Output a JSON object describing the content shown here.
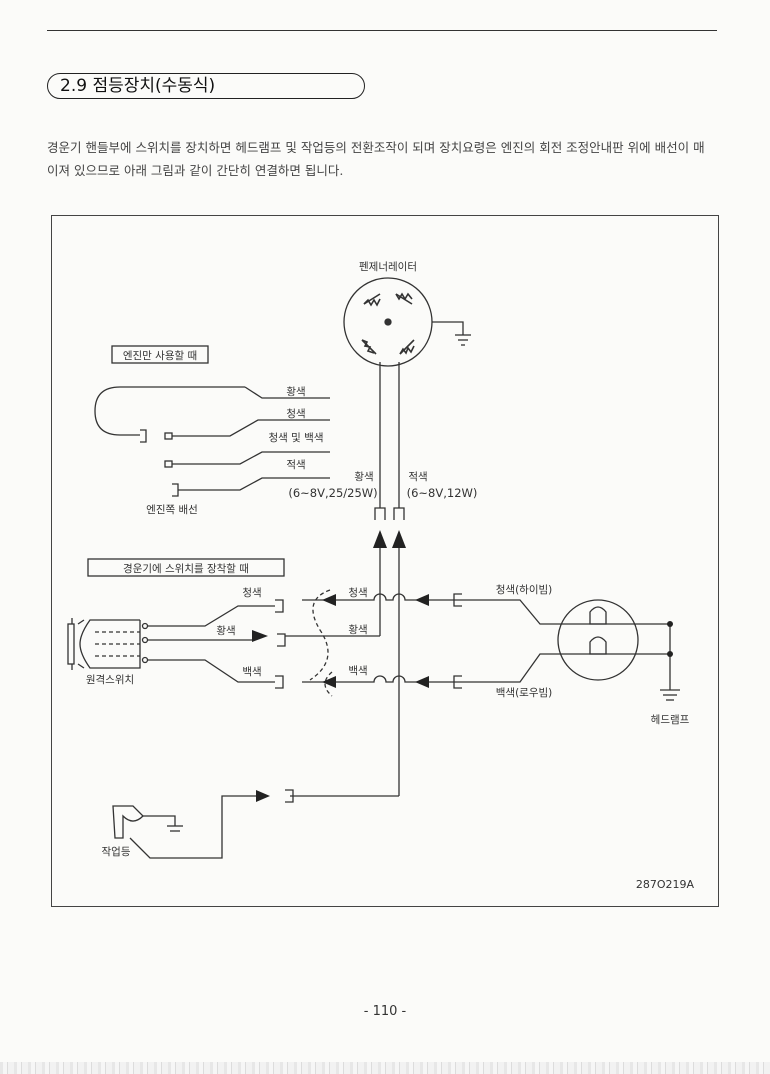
{
  "section": {
    "title": "2.9 점등장치(수동식)"
  },
  "intro": {
    "line1": "경운기 핸들부에 스위치를 장치하면 헤드램프 및 작업등의 전환조작이 되며 장치요령은 엔진의 회전 조정안내판 위에 배선이 매",
    "line2": "이져 있으므로 아래 그림과 같이 간단히 연결하면 됩니다."
  },
  "diagram": {
    "generator_label": "펜제너레이터",
    "engine_only_box": "엔진만 사용할 때",
    "wire_yellow": "황색",
    "wire_blue": "청색",
    "wire_blue_white": "청색 및 백색",
    "wire_red": "적색",
    "engine_wiring_label": "엔진쪽 배선",
    "main_yellow": "황색",
    "main_yellow_spec": "(6~8V,25/25W)",
    "main_red": "적색",
    "main_red_spec": "(6~8V,12W)",
    "tiller_switch_box": "경운기에 스위치를 장착할 때",
    "sw_blue": "청색",
    "sw_yellow": "황색",
    "sw_white": "백색",
    "mid_blue": "청색",
    "mid_yellow": "황색",
    "mid_white": "백색",
    "headlamp_high": "청색(하이빔)",
    "headlamp_low": "백색(로우빔)",
    "switch_label": "원격스위치",
    "headlamp_label": "헤드램프",
    "work_light_label": "작업등",
    "drawing_code": "287O219A"
  },
  "page": {
    "number": "- 110 -"
  }
}
